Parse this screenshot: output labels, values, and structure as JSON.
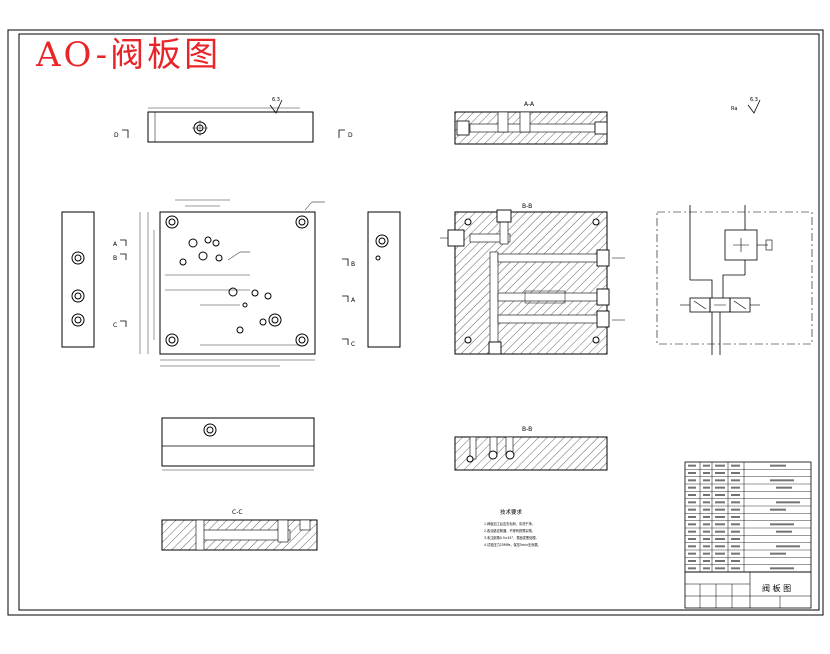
{
  "sheet_title": "AO-阀板图",
  "section_labels": {
    "aa": "A-A",
    "bb": "B-B",
    "bb2": "B-B",
    "cc": "C-C"
  },
  "view_markers": {
    "a": "A",
    "b": "B",
    "c": "C",
    "d": "D"
  },
  "roughness": {
    "top": "6.3",
    "right": "6.3",
    "right_label": "Ra"
  },
  "tech_requirements": {
    "heading": "技术要求",
    "lines": [
      "1.阀板加工后应去毛刺，清洗干净。",
      "2.各油道应畅通，不得有铁屑杂物。",
      "3.未注倒角0.5×45°，表面发黑处理。",
      "4.试验压力25MPa，保压5min无渗漏。"
    ]
  },
  "title_block": {
    "drawing_name": "阀 板 图"
  },
  "colors": {
    "title_red": "#e8262a",
    "line": "#000000",
    "paper": "#ffffff"
  }
}
